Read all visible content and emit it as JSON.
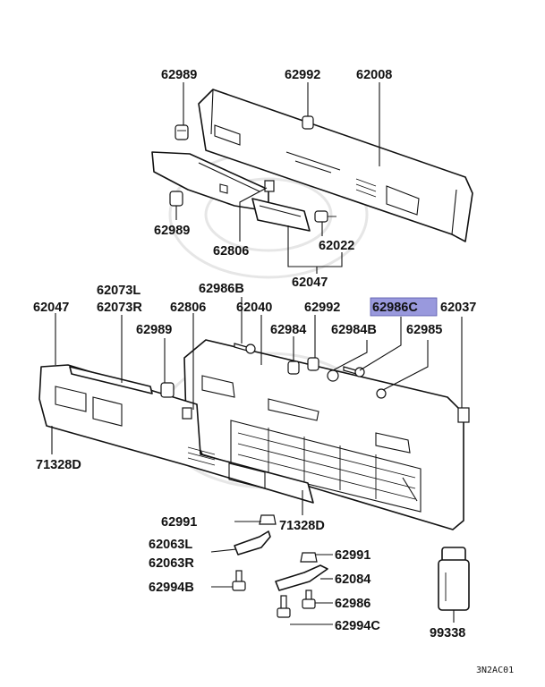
{
  "diagram": {
    "labels": {
      "l62989a": "62989",
      "l62992a": "62992",
      "l62008": "62008",
      "l62989b": "62989",
      "l62806a": "62806",
      "l62022": "62022",
      "l62047a": "62047",
      "l62073L": "62073L",
      "l62073R": "62073R",
      "l62986B": "62986B",
      "l62047b": "62047",
      "l62806b": "62806",
      "l62040": "62040",
      "l62992b": "62992",
      "l62986C": "62986C",
      "l62037": "62037",
      "l62989c": "62989",
      "l62984": "62984",
      "l62984B": "62984B",
      "l62985": "62985",
      "l71328Da": "71328D",
      "l71328Db": "71328D",
      "l62991a": "62991",
      "l62063L": "62063L",
      "l62063R": "62063R",
      "l62994B": "62994B",
      "l62991b": "62991",
      "l62084": "62084",
      "l62986": "62986",
      "l62994C": "62994C",
      "l99338": "99338"
    },
    "highlighted_part": "62986C",
    "highlight_color": "#9999dd",
    "diagram_code": "3N2AC01"
  }
}
